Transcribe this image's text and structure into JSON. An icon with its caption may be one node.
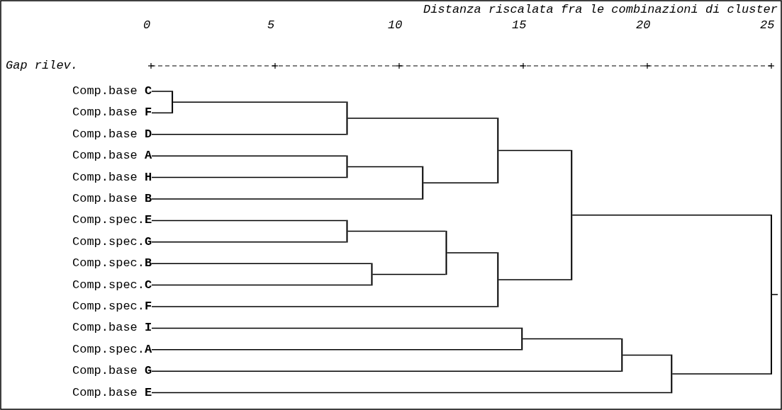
{
  "diagram": {
    "title": "Distanza riscalata fra le combinazioni di cluster",
    "nodes": [
      {
        "text": [
          "Comp.base **C**"
        ]
      },
      {
        "text": [
          "Comp.base **F**"
        ]
      },
      {
        "text": [
          "Comp.base **D**"
        ]
      },
      {
        "text": [
          "Comp.base **A**"
        ]
      },
      {
        "text": [
          "Comp.base **H**"
        ]
      },
      {
        "text": [
          "Comp.base **B**"
        ]
      },
      {
        "text": [
          "Comp.spec.**E**"
        ]
      },
      {
        "text": [
          "Comp.spec.**G**"
        ]
      },
      {
        "text": [
          "Comp.spec.**B**"
        ]
      },
      {
        "text": [
          "Comp.spec.**C**"
        ]
      },
      {
        "text": [
          "Comp.spec.**F**"
        ]
      },
      {
        "text": [
          "Comp.base **I**"
        ]
      },
      {
        "text": [
          "Comp.spec.**A**"
        ]
      },
      {
        "text": [
          "Comp.base **G**"
        ]
      },
      {
        "text": [
          "Comp.base **E**"
        ]
      },
      {
        "text": [],
        "shape": "bar"
      },
      {
        "text": [],
        "shape": "bar"
      },
      {
        "text": [],
        "shape": "bar"
      },
      {
        "text": [],
        "shape": "bar"
      },
      {
        "text": [],
        "shape": "bar"
      },
      {
        "text": [],
        "shape": "bar"
      },
      {
        "text": [],
        "shape": "bar"
      },
      {
        "text": [],
        "shape": "bar"
      },
      {
        "text": [],
        "shape": "bar"
      },
      {
        "text": [],
        "shape": "bar"
      },
      {
        "text": [],
        "shape": "bar"
      },
      {
        "text": [],
        "shape": "bar"
      },
      {
        "text": [],
        "shape": "bar"
      },
      {
        "text": [],
        "shape": "bar"
      }
    ],
    "edges": [
      {
        "from": 0,
        "to": 15,
        "arrow": "none"
      },
      {
        "from": 1,
        "to": 15,
        "arrow": "none"
      },
      {
        "from": 15,
        "to": 16,
        "arrow": "none"
      },
      {
        "from": 2,
        "to": 16,
        "arrow": "none"
      },
      {
        "from": 3,
        "to": 17,
        "arrow": "none"
      },
      {
        "from": 4,
        "to": 17,
        "arrow": "none"
      },
      {
        "from": 17,
        "to": 18,
        "arrow": "none"
      },
      {
        "from": 5,
        "to": 18,
        "arrow": "none"
      },
      {
        "from": 16,
        "to": 19,
        "arrow": "none"
      },
      {
        "from": 18,
        "to": 19,
        "arrow": "none"
      },
      {
        "from": 6,
        "to": 20,
        "arrow": "none"
      },
      {
        "from": 7,
        "to": 20,
        "arrow": "none"
      },
      {
        "from": 8,
        "to": 21,
        "arrow": "none"
      },
      {
        "from": 9,
        "to": 21,
        "arrow": "none"
      },
      {
        "from": 20,
        "to": 22,
        "arrow": "none"
      },
      {
        "from": 21,
        "to": 22,
        "arrow": "none"
      },
      {
        "from": 22,
        "to": 23,
        "arrow": "none"
      },
      {
        "from": 10,
        "to": 23,
        "arrow": "none"
      },
      {
        "from": 19,
        "to": 24,
        "arrow": "none"
      },
      {
        "from": 23,
        "to": 24,
        "arrow": "none"
      },
      {
        "from": 11,
        "to": 25,
        "arrow": "none"
      },
      {
        "from": 12,
        "to": 25,
        "arrow": "none"
      },
      {
        "from": 25,
        "to": 26,
        "arrow": "none"
      },
      {
        "from": 13,
        "to": 26,
        "arrow": "none"
      },
      {
        "from": 26,
        "to": 27,
        "arrow": "none"
      },
      {
        "from": 14,
        "to": 27,
        "arrow": "none"
      },
      {
        "from": 24,
        "to": 28,
        "arrow": "none"
      },
      {
        "from": 27,
        "to": 28,
        "arrow": "none"
      },
      {
        "from": 28,
        "to": null,
        "arrow": "none"
      }
    ],
    "labels": [
      "0",
      "5",
      "10",
      "15",
      "20",
      "25",
      "Gap rilev."
    ]
  }
}
